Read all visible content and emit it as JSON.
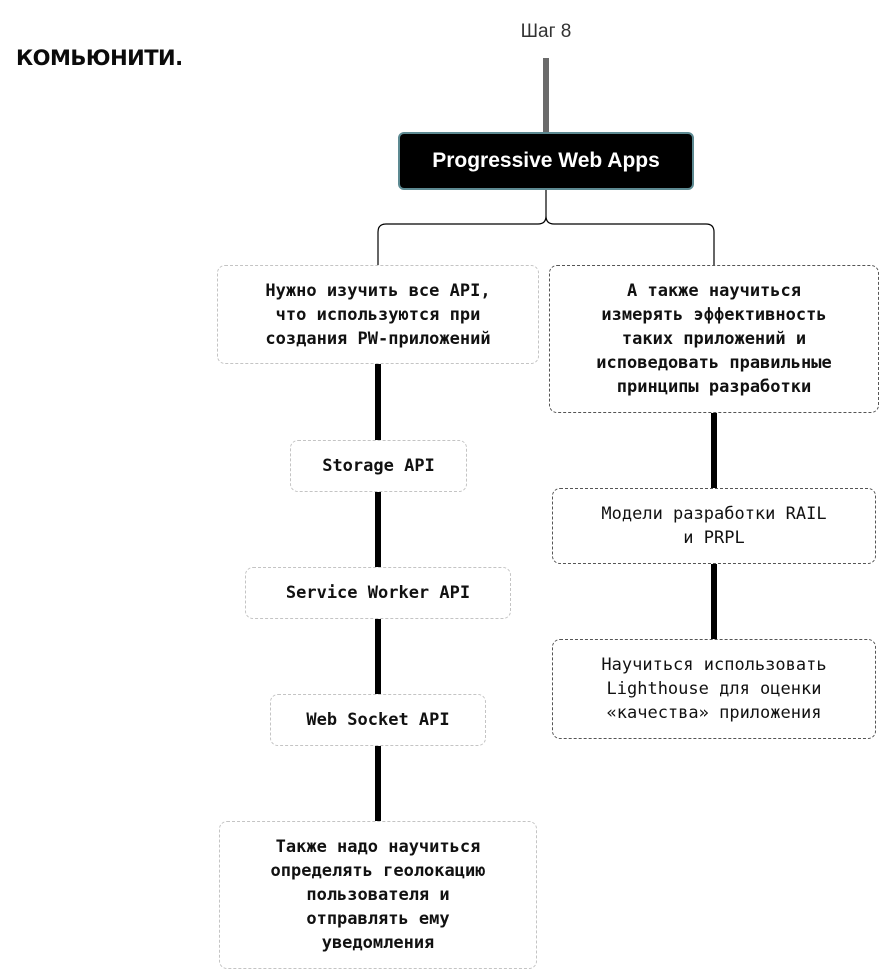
{
  "logo": {
    "text": "КОМЬЮНИТИ."
  },
  "step_label": "Шаг 8",
  "root": {
    "label": "Progressive Web Apps"
  },
  "left_branch": {
    "header": "Нужно изучить все API,\nчто используются при\nсоздания PW-приложений",
    "items": [
      "Storage API",
      "Service Worker API",
      "Web Socket API",
      "Также надо научиться\nопределять геолокацию\nпользователя и\nотправлять ему\nуведомления"
    ]
  },
  "right_branch": {
    "header": "А также научиться\nизмерять эффективность\nтаких приложений и\nисповедовать правильные\nпринципы разработки",
    "items": [
      "Модели разработки RAIL\nи PRPL",
      "Научиться использовать\nLighthouse для оценки\n«качества» приложения"
    ]
  },
  "colors": {
    "root_background": "#000000",
    "root_border": "#5d8a92",
    "connector": "#000000",
    "stem": "#6b6b6b",
    "left_node_border": "#c4c4c4",
    "right_node_border": "#555555"
  }
}
